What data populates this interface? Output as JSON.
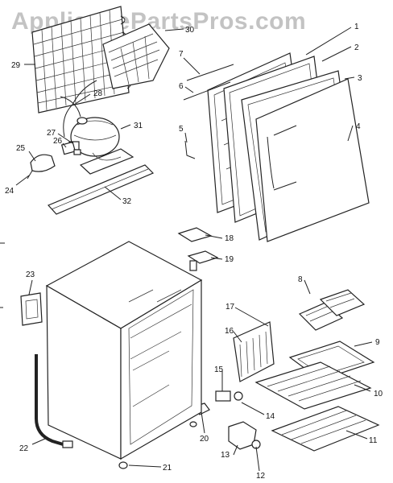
{
  "watermark": "AppliancePartsPros.com",
  "callouts": [
    "1",
    "2",
    "3",
    "4",
    "5",
    "6",
    "7",
    "8",
    "9",
    "10",
    "11",
    "12",
    "13",
    "14",
    "15",
    "16",
    "17",
    "18",
    "19",
    "20",
    "21",
    "22",
    "23",
    "24",
    "25",
    "26",
    "27",
    "28",
    "29",
    "30",
    "31",
    "32"
  ]
}
